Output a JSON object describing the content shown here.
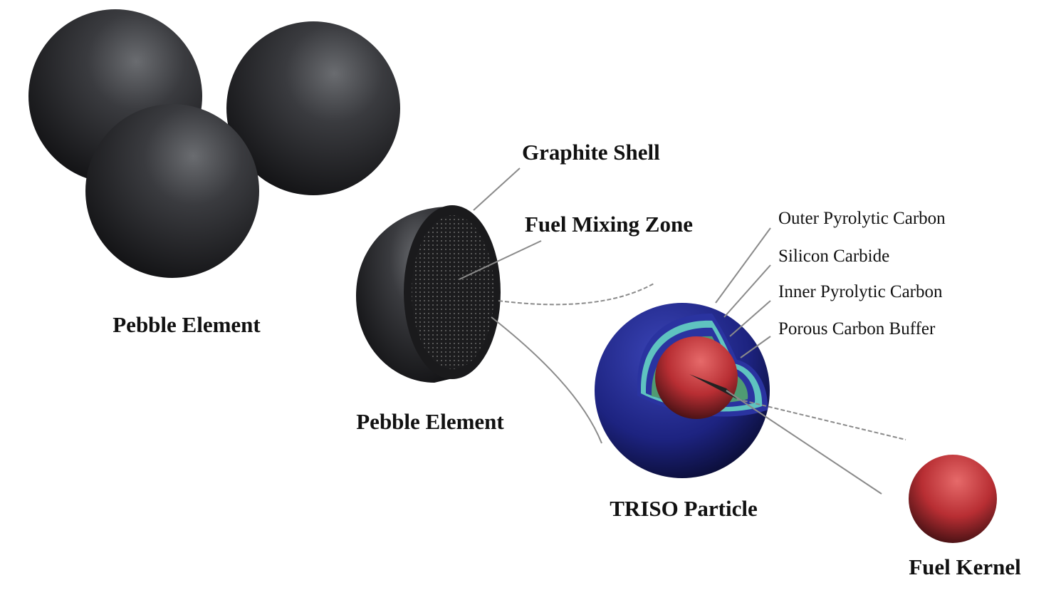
{
  "labels": {
    "pebble_element_group": "Pebble Element",
    "pebble_element_cut": "Pebble Element",
    "graphite_shell": "Graphite Shell",
    "fuel_mixing_zone": "Fuel Mixing Zone",
    "triso_particle": "TRISO Particle",
    "fuel_kernel": "Fuel Kernel",
    "triso_layers": [
      "Outer Pyrolytic Carbon",
      "Silicon Carbide",
      "Inner Pyrolytic Carbon",
      "Porous Carbon Buffer"
    ]
  },
  "colors": {
    "pebble": "#2a2b2e",
    "outer_pyc": "#232a8c",
    "sic": "#5fc3c0",
    "inner_pyc": "#2a33a0",
    "buffer": "#4f9b73",
    "kernel": "#c4373a"
  }
}
